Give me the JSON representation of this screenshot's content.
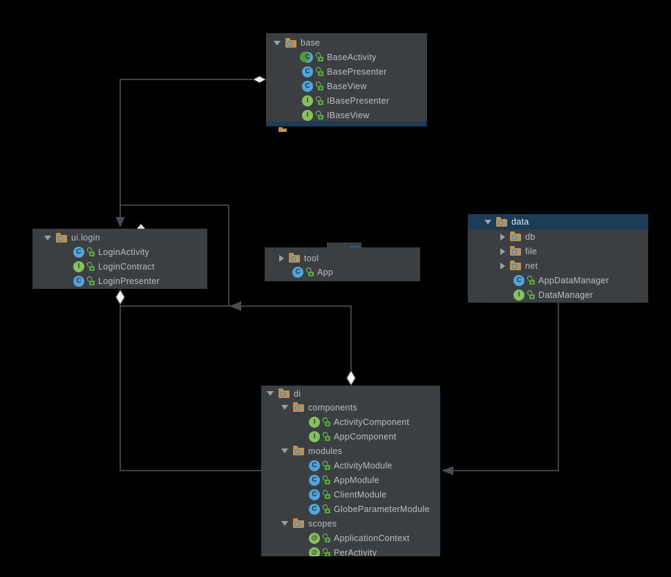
{
  "diagram": {
    "background": "#000000",
    "panel_color": "#3c3f41",
    "selection_color": "#1c3b57",
    "line_color": "#55595c",
    "arrow_color": "#494d51",
    "diamond_fill": "#f5f6f7",
    "text_color": "#b9bfc3",
    "folder_color": "#b9925a",
    "class_icon_color": "#53a3dc",
    "interface_icon_color": "#87c05f"
  },
  "icon_glyphs": {
    "class_letter": "C",
    "interface_letter": "I",
    "annotation_symbol": "@"
  },
  "panels": {
    "base": {
      "title": "base",
      "rows": [
        {
          "label": "BaseActivity"
        },
        {
          "label": "BasePresenter"
        },
        {
          "label": "BaseView"
        },
        {
          "label": "IBasePresenter"
        },
        {
          "label": "IBaseView"
        }
      ]
    },
    "ui_login": {
      "title": "ui.login",
      "rows": [
        {
          "label": "LoginActivity"
        },
        {
          "label": "LoginContract"
        },
        {
          "label": "LoginPresenter"
        }
      ]
    },
    "tool": {
      "title": "tool",
      "rows": [
        {
          "label": "App"
        }
      ]
    },
    "data": {
      "title": "data",
      "rows": [
        {
          "label": "db"
        },
        {
          "label": "file"
        },
        {
          "label": "net"
        },
        {
          "label": "AppDataManager"
        },
        {
          "label": "DataManager"
        }
      ]
    },
    "di": {
      "title": "di",
      "rows": [
        {
          "label": "components"
        },
        {
          "label": "ActivityComponent"
        },
        {
          "label": "AppComponent"
        },
        {
          "label": "modules"
        },
        {
          "label": "ActivityModule"
        },
        {
          "label": "AppModule"
        },
        {
          "label": "ClientModule"
        },
        {
          "label": "GlobeParameterModule"
        },
        {
          "label": "scopes"
        },
        {
          "label": "ApplicationContext"
        },
        {
          "label": "PerActivity"
        }
      ]
    }
  },
  "edges": [
    {
      "between": [
        "base",
        "ui.login"
      ],
      "marker_at_base": "open-diamond",
      "marker_at_ui_login": "triangle-arrow"
    },
    {
      "between": [
        "di",
        "ui.login"
      ],
      "marker_at_di": "open-diamond",
      "mid_marker": "triangle-arrow-left"
    },
    {
      "between": [
        "ui.login",
        "di"
      ],
      "marker_at_ui_login": "open-diamond",
      "marker_at_di": "none"
    },
    {
      "between": [
        "data",
        "di"
      ],
      "marker_at_di": "triangle-arrow"
    }
  ]
}
